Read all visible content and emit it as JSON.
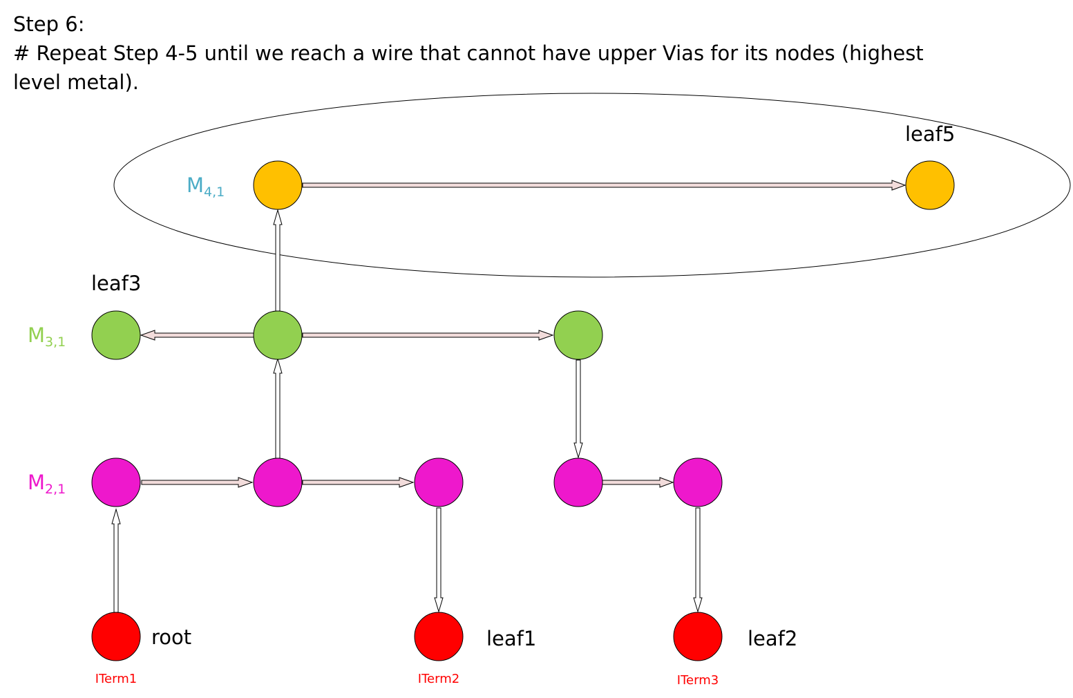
{
  "caption": {
    "step": "Step 6:",
    "line1": "# Repeat Step 4-5 until we reach a wire that cannot have upper Vias for its nodes (highest",
    "line2": "level metal)."
  },
  "colors": {
    "m4": "#ffc000",
    "m3": "#92d050",
    "m2": "#ee18cc",
    "iterm": "#ff0000",
    "m4_label": "#4bacc6",
    "m3_label": "#92d050",
    "m2_label": "#ee18cc",
    "iterm_label": "#ff0000",
    "wire_fill": "#f2dcdb",
    "via_fill": "#ffffff",
    "stroke": "#000000"
  },
  "layers": {
    "m4": {
      "main": "M",
      "sub": "4,1"
    },
    "m3": {
      "main": "M",
      "sub": "3,1"
    },
    "m2": {
      "main": "M",
      "sub": "2,1"
    }
  },
  "node_labels": {
    "root": "root",
    "leaf1": "leaf1",
    "leaf2": "leaf2",
    "leaf3": "leaf3",
    "leaf5": "leaf5"
  },
  "iterm_labels": {
    "iterm1": "ITerm1",
    "iterm2": "ITerm2",
    "iterm3": "ITerm3"
  }
}
